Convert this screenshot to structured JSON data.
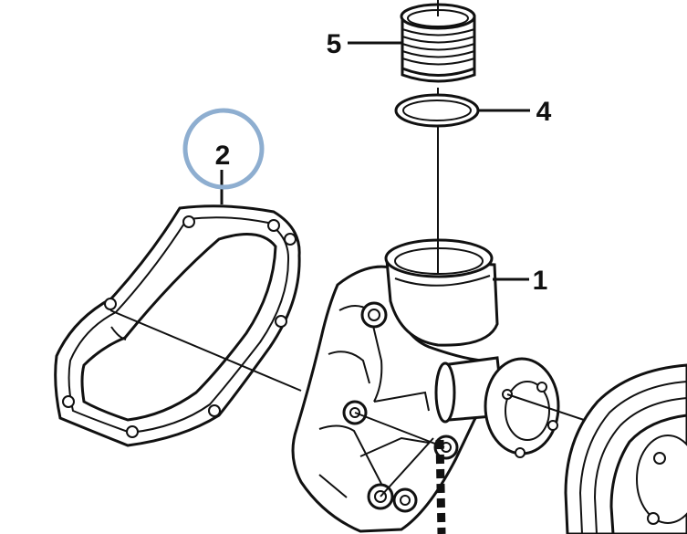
{
  "diagram": {
    "callouts": [
      {
        "id": "c1",
        "label": "1",
        "part": "water-pump-housing"
      },
      {
        "id": "c2",
        "label": "2",
        "part": "pump-gasket",
        "highlighted": true
      },
      {
        "id": "c4",
        "label": "4",
        "part": "o-ring"
      },
      {
        "id": "c5",
        "label": "5",
        "part": "coolant-pipe-fitting"
      }
    ],
    "colors": {
      "ink": "#111111",
      "paper": "#ffffff",
      "highlight_circle": "#8eaed0"
    }
  }
}
